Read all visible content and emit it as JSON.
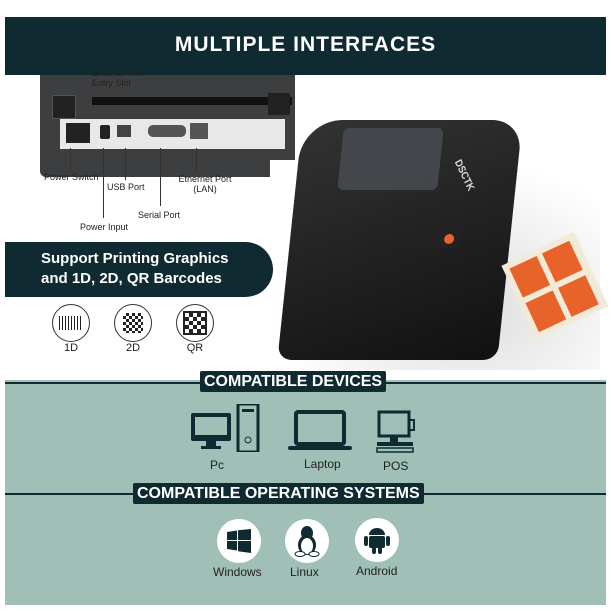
{
  "banner": {
    "title": "MULTIPLE INTERFACES"
  },
  "rear_panel": {
    "labels": {
      "roll_slot": "External Roll Entry Slot",
      "power_switch": "Power Switch",
      "power_input": "Power Input",
      "usb": "USB Port",
      "serial": "Serial Port",
      "ethernet": "Ethernet Port (LAN)"
    }
  },
  "printer": {
    "brand": "DSCTK"
  },
  "support": {
    "line1": "Support Printing Graphics",
    "line2": "and 1D, 2D, QR Barcodes"
  },
  "barcodes": [
    {
      "label": "1D",
      "icon": "barcode-icon"
    },
    {
      "label": "2D",
      "icon": "datamatrix-icon"
    },
    {
      "label": "QR",
      "icon": "qr-code-icon"
    }
  ],
  "devices": {
    "title": "COMPATIBLE DEVICES",
    "items": [
      {
        "label": "Pc",
        "icon": "desktop-pc-icon"
      },
      {
        "label": "Laptop",
        "icon": "laptop-icon"
      },
      {
        "label": "POS",
        "icon": "pos-terminal-icon"
      }
    ]
  },
  "os": {
    "title": "COMPATIBLE OPERATING SYSTEMS",
    "items": [
      {
        "label": "Windows",
        "icon": "windows-icon"
      },
      {
        "label": "Linux",
        "icon": "linux-tux-icon"
      },
      {
        "label": "Android",
        "icon": "android-icon"
      }
    ]
  },
  "colors": {
    "dark": "#0f2a31",
    "teal": "#9fbfb7",
    "label_orange": "#e8632a"
  }
}
